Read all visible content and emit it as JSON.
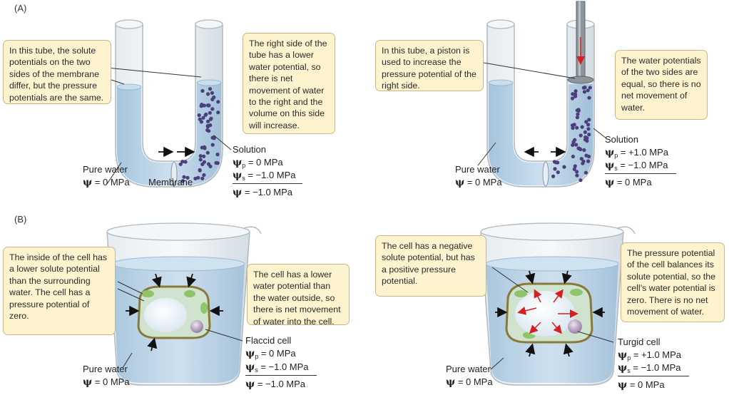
{
  "panel_a": {
    "label": "(A)",
    "left": {
      "callout_left": "In this tube, the solute potentials on the two sides of the membrane differ, but the pressure potentials are the same.",
      "callout_right": "The right side of the tube has a lower water potential, so there is net movement of water to the right and the volume on this side will increase.",
      "pure_water": "Pure water",
      "pure_water_psi": "= 0 MPa",
      "membrane": "Membrane",
      "solution": "Solution",
      "psi_p": "= 0 MPa",
      "psi_s": "= −1.0 MPa",
      "psi_total": "= −1.0 MPa"
    },
    "right": {
      "callout_left": "In this tube, a piston is used to increase the pressure potential of the right side.",
      "callout_right": "The water potentials of the two sides are equal, so there is no net movement of water.",
      "pure_water": "Pure water",
      "pure_water_psi": "= 0 MPa",
      "solution": "Solution",
      "psi_p": "= +1.0 MPa",
      "psi_s": "= −1.0 MPa",
      "psi_total": "= 0 MPa"
    }
  },
  "panel_b": {
    "label": "(B)",
    "left": {
      "callout_left": "The inside of the cell has a lower solute potential than the surrounding water. The cell has a pressure potential of zero.",
      "callout_right": "The cell has a lower water potential than the water outside, so there is net movement of water into the cell.",
      "pure_water": "Pure water",
      "pure_water_psi": "= 0 MPa",
      "cell": "Flaccid cell",
      "psi_p": "= 0 MPa",
      "psi_s": "= −1.0 MPa",
      "psi_total": "= −1.0 MPa"
    },
    "right": {
      "callout_left": "The cell has a negative solute potential, but has a positive pressure potential.",
      "callout_right": "The pressure potential of the cell balances its solute potential, so the cell’s water potential is zero. There is no net movement of water.",
      "pure_water": "Pure water",
      "pure_water_psi": "= 0 MPa",
      "cell": "Turgid cell",
      "psi_p": "= +1.0 MPa",
      "psi_s": "= −1.0 MPa",
      "psi_total": "= 0 MPa"
    }
  },
  "symbols": {
    "psi": "ψ",
    "p": "p",
    "s": "s"
  },
  "colors": {
    "callout_fill": "#fdf3cf",
    "callout_border": "#c9b787",
    "water": "#a9c9e2",
    "glass": "#dbe4ea",
    "solute": "#4a3f7a",
    "cell_wall": "#8a7a3a",
    "chloroplast": "#8fc46a",
    "arrow_black": "#111111",
    "arrow_red": "#d42020"
  }
}
